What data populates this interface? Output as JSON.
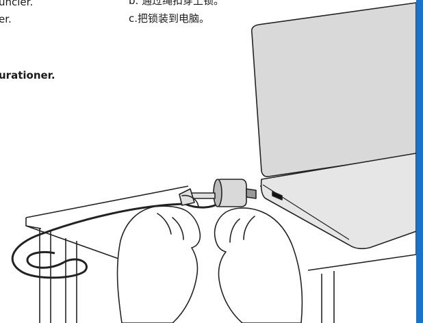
{
  "text": {
    "frag_top_line1": "uncier.",
    "frag_top_line2": "er.",
    "frag_bold": "urationer.",
    "cn_step_b": "b. 通过绳扣穿上锁。",
    "cn_step_c": "c.把锁装到电脑。"
  },
  "colors": {
    "accent_bar": "#1a73c8",
    "laptop_fill": "#d9d9d9",
    "line": "#222222"
  },
  "illustration": {
    "subject": "hands attaching a cable lock to a laptop on a desk",
    "icons": [
      "laptop-icon",
      "cable-lock-icon",
      "hands-icon",
      "desk-icon"
    ]
  }
}
